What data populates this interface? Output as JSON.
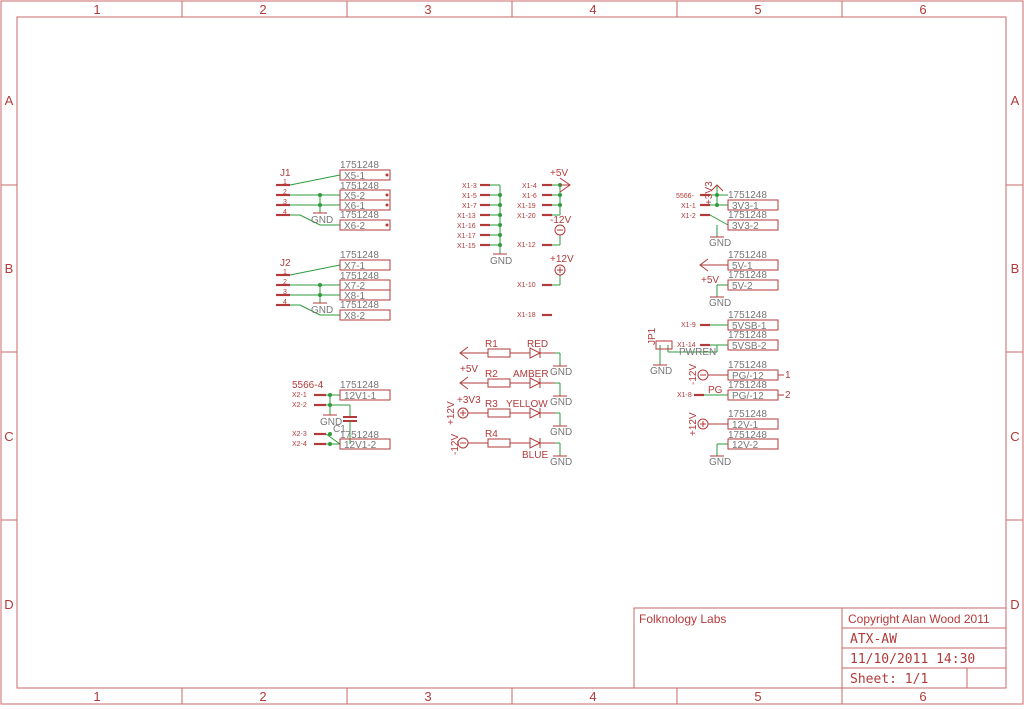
{
  "frame": {
    "columns": [
      "1",
      "2",
      "3",
      "4",
      "5",
      "6"
    ],
    "rows": [
      "A",
      "B",
      "C",
      "D"
    ]
  },
  "title_block": {
    "company": "Folknology Labs",
    "copyright": "Copyright Alan Wood 2011",
    "design_name": "ATX-AW",
    "datetime": "11/10/2011 14:30",
    "sheet": "Sheet: 1/1"
  },
  "labels": {
    "part_number": "1751248",
    "gnd": "GND",
    "j1": "J1",
    "j2": "J2",
    "pin1": "1",
    "pin2": "2",
    "pin3": "3",
    "pin4": "4",
    "x5_1": "X5-1",
    "x5_2": "X5-2",
    "x6_1": "X6-1",
    "x6_2": "X6-2",
    "x7_1": "X7-1",
    "x7_2": "X7-2",
    "x8_1": "X8-1",
    "x8_2": "X8-2",
    "conn5566_4": "5566-4",
    "x2_1": "X2-1",
    "x2_2": "X2-2",
    "x2_3": "X2-3",
    "x2_4": "X2-4",
    "c1": "C1",
    "v12_1": "12V1-1",
    "v12_2": "12V1-2",
    "x1_3": "X1-3",
    "x1_5": "X1-5",
    "x1_7": "X1-7",
    "x1_13": "X1-13",
    "x1_16": "X1-16",
    "x1_17": "X1-17",
    "x1_15": "X1-15",
    "x1_4": "X1-4",
    "x1_6": "X1-6",
    "x1_19": "X1-19",
    "x1_20": "X1-20",
    "x1_12": "X1-12",
    "x1_10": "X1-10",
    "x1_18": "X1-18",
    "plus5v": "+5V",
    "plus12v": "+12V",
    "minus12v": "-12V",
    "plus3v3": "+3V3",
    "r1": "R1",
    "r2": "R2",
    "r3": "R3",
    "r4": "R4",
    "red": "RED",
    "amber": "AMBER",
    "yellow": "YELLOW",
    "blue": "BLUE",
    "conn5566": "5566-",
    "x1_1": "X1-1",
    "x1_2": "X1-2",
    "v3v3_1": "3V3-1",
    "v3v3_2": "3V3-2",
    "v5v_1": "5V-1",
    "v5v_2": "5V-2",
    "x1_9": "X1-9",
    "x1_14": "X1-14",
    "x1_8": "X1-8",
    "vsb_1": "5VSB-1",
    "vsb_2": "5VSB-2",
    "jp1": "JP1",
    "pwren": "PWREN",
    "pg": "PG",
    "pg12_1": "PG/-12",
    "pg12_2": "PG/-12",
    "one": "1",
    "two": "2",
    "v12r_1": "12V-1",
    "v12r_2": "12V-2"
  }
}
